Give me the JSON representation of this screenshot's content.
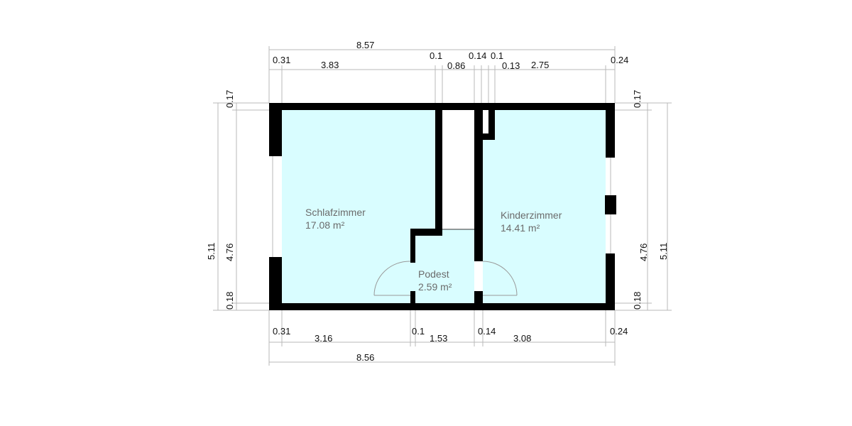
{
  "colors": {
    "room_fill": "#d9fdff",
    "wall": "#000000",
    "dimension_line": "#b8b8b8"
  },
  "rooms": [
    {
      "name": "Schlafzimmer",
      "area": "17.08 m²"
    },
    {
      "name": "Kinderzimmer",
      "area": "14.41 m²"
    },
    {
      "name": "Podest",
      "area": "2.59 m²"
    }
  ],
  "dimensions": {
    "top_total": "8.57",
    "top": [
      "0.31",
      "3.83",
      "0.1",
      "0.86",
      "0.14",
      "0.1",
      "0.13",
      "2.75",
      "0.24"
    ],
    "bottom": [
      "0.31",
      "3.16",
      "0.1",
      "1.53",
      "0.14",
      "3.08",
      "0.24"
    ],
    "bottom_total": "8.56",
    "left": {
      "total": "5.11",
      "inner": "4.76",
      "top": "0.17",
      "bottom": "0.18"
    },
    "right": {
      "total": "5.11",
      "inner": "4.76",
      "top": "0.17",
      "bottom": "0.18"
    }
  }
}
